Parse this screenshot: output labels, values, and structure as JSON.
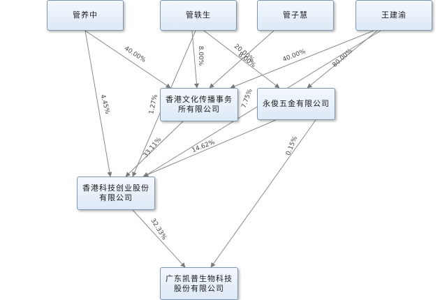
{
  "nodes": [
    {
      "id": "guan_yangzhong",
      "label": "管养中"
    },
    {
      "id": "guan_yisheng",
      "label": "管轶生"
    },
    {
      "id": "guan_zihui",
      "label": "管子慧"
    },
    {
      "id": "wang_jianyu",
      "label": "王建渝"
    },
    {
      "id": "hk_culture",
      "label": "香港文化传播事务\n所有限公司"
    },
    {
      "id": "yongjun",
      "label": "永俊五金有限公司"
    },
    {
      "id": "hk_tech",
      "label": "香港科技创业股份\n有限公司"
    },
    {
      "id": "guangdong_kaipu",
      "label": "广东凯普生物科技\n股份有限公司"
    }
  ],
  "edges": [
    {
      "from": "guan_yangzhong",
      "to": "hk_culture",
      "label": "40.00%"
    },
    {
      "from": "guan_yangzhong",
      "to": "hk_tech",
      "label": "4.45%"
    },
    {
      "from": "guan_yisheng",
      "to": "hk_culture",
      "label": "8.00%"
    },
    {
      "from": "guan_yisheng",
      "to": "yongjun",
      "label": "20.00%"
    },
    {
      "from": "guan_yisheng",
      "to": "hk_tech",
      "label": "1.27%"
    },
    {
      "from": "guan_zihui",
      "to": "hk_culture",
      "label": "8.00%"
    },
    {
      "from": "wang_jianyu",
      "to": "hk_culture",
      "label": "40.00%"
    },
    {
      "from": "wang_jianyu",
      "to": "yongjun",
      "label": "80.00%"
    },
    {
      "from": "wang_jianyu",
      "to": "hk_tech",
      "label": "7.75%"
    },
    {
      "from": "hk_culture",
      "to": "hk_tech",
      "label": "33.11%"
    },
    {
      "from": "yongjun",
      "to": "hk_tech",
      "label": "14.62%"
    },
    {
      "from": "yongjun",
      "to": "guangdong_kaipu",
      "label": "0.15%"
    },
    {
      "from": "hk_tech",
      "to": "guangdong_kaipu",
      "label": "32.33%"
    }
  ],
  "colors": {
    "edge": "#8a8a8a",
    "arrow": "#7a7a7a"
  }
}
